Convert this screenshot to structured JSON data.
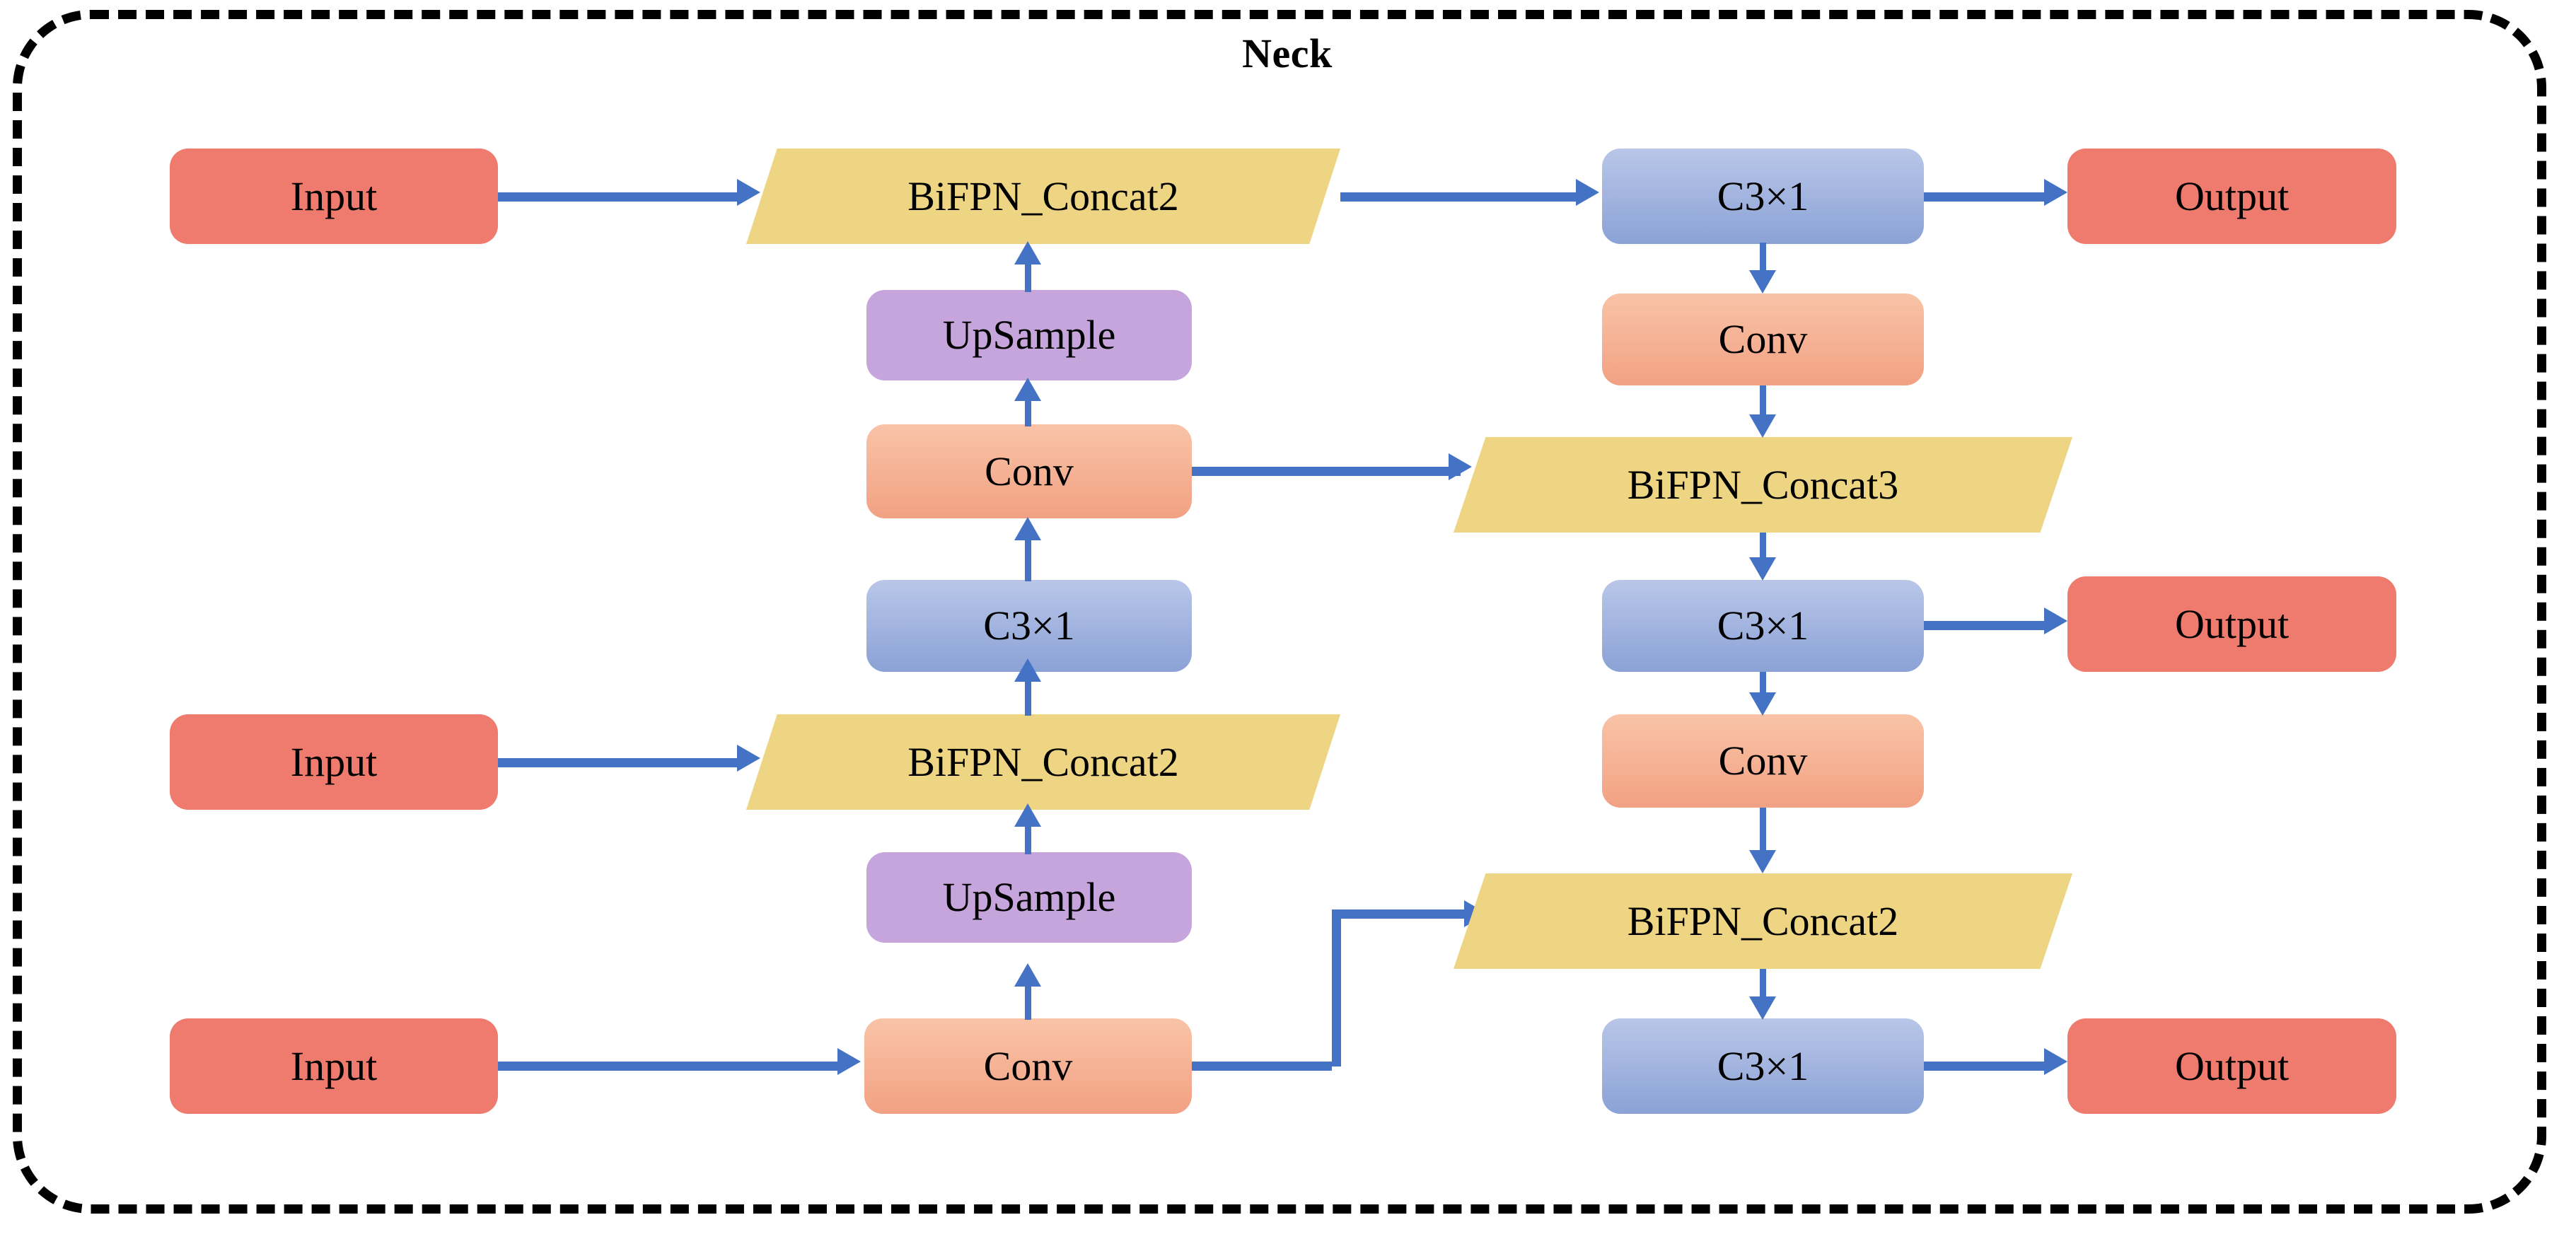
{
  "diagram": {
    "title": "Neck",
    "type": "neural-network-architecture-block-diagram",
    "colors": {
      "input_output": "#ee7b6e",
      "conv": "#f2a183",
      "c3": "#8ba2d6",
      "upsample": "#c6a5dd",
      "bifpn_concat": "#eed583",
      "arrow": "#4472c4",
      "frame": "#000000",
      "background": "#ffffff"
    },
    "nodes": {
      "input_top": "Input",
      "input_mid": "Input",
      "input_bottom": "Input",
      "bifpn_concat2_top": "BiFPN_Concat2",
      "upsample_top": "UpSample",
      "conv_col2_row3": "Conv",
      "c3_col2_row4": "C3×1",
      "bifpn_concat2_mid": "BiFPN_Concat2",
      "upsample_bottom": "UpSample",
      "conv_col2_bottom": "Conv",
      "c3_top_right": "C3×1",
      "conv_right_row2": "Conv",
      "bifpn_concat3": "BiFPN_Concat3",
      "c3_right_row4": "C3×1",
      "conv_right_row5": "Conv",
      "bifpn_concat2_right": "BiFPN_Concat2",
      "c3_right_bottom": "C3×1",
      "output_top": "Output",
      "output_mid": "Output",
      "output_bottom": "Output"
    }
  }
}
